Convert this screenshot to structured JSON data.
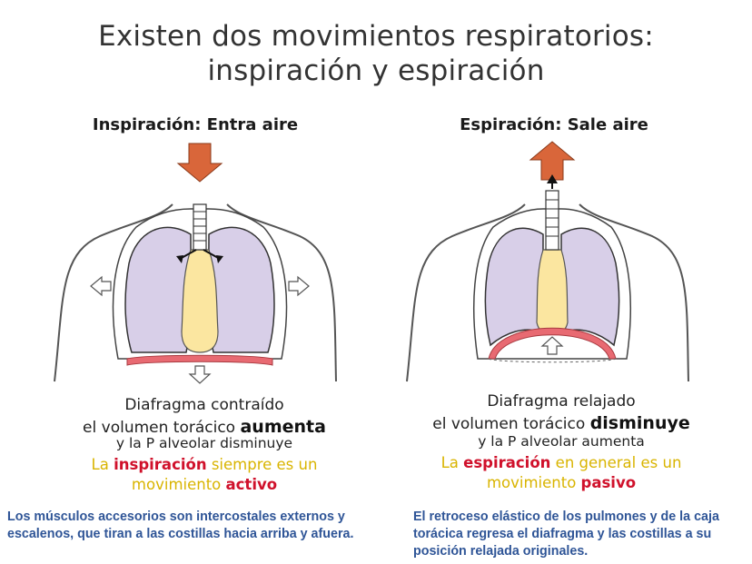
{
  "title": {
    "line1": "Existen dos movimientos respiratorios:",
    "line2": "inspiración y espiración"
  },
  "inspiration": {
    "heading": "Inspiración: Entra aire",
    "caption1": "Diafragma contraído",
    "caption2_prefix": "el volumen torácico ",
    "caption2_bold": "aumenta",
    "caption3": "y la P alveolar disminuye",
    "note_prefix": "La ",
    "note_red": "inspiración",
    "note_mid": " siempre es un",
    "note_line2": "movimiento ",
    "note_red2": "activo",
    "footer": "Los músculos accesorios son intercostales externos  y escalenos, que tiran a las costillas hacia arriba y afuera."
  },
  "expiration": {
    "heading": "Espiración: Sale aire",
    "caption1": "Diafragma relajado",
    "caption2_prefix": "el volumen torácico ",
    "caption2_bold": "disminuye",
    "caption3": "y la P alveolar aumenta",
    "note_prefix": "La ",
    "note_red": "espiración",
    "note_mid": " en general es un",
    "note_line2": "movimiento ",
    "note_red2": "pasivo",
    "footer": "El retroceso elástico de los pulmones y de la caja torácica regresa el diafragma y las costillas a su posición relajada originales."
  },
  "colors": {
    "lung": "#d8cfe8",
    "trachea": "#fbe6a0",
    "diaphragm": "#e86a72",
    "arrow": "#d9663a",
    "footer_text": "#2f5597",
    "note_yellow": "#d9b400",
    "note_red": "#d0112b"
  }
}
